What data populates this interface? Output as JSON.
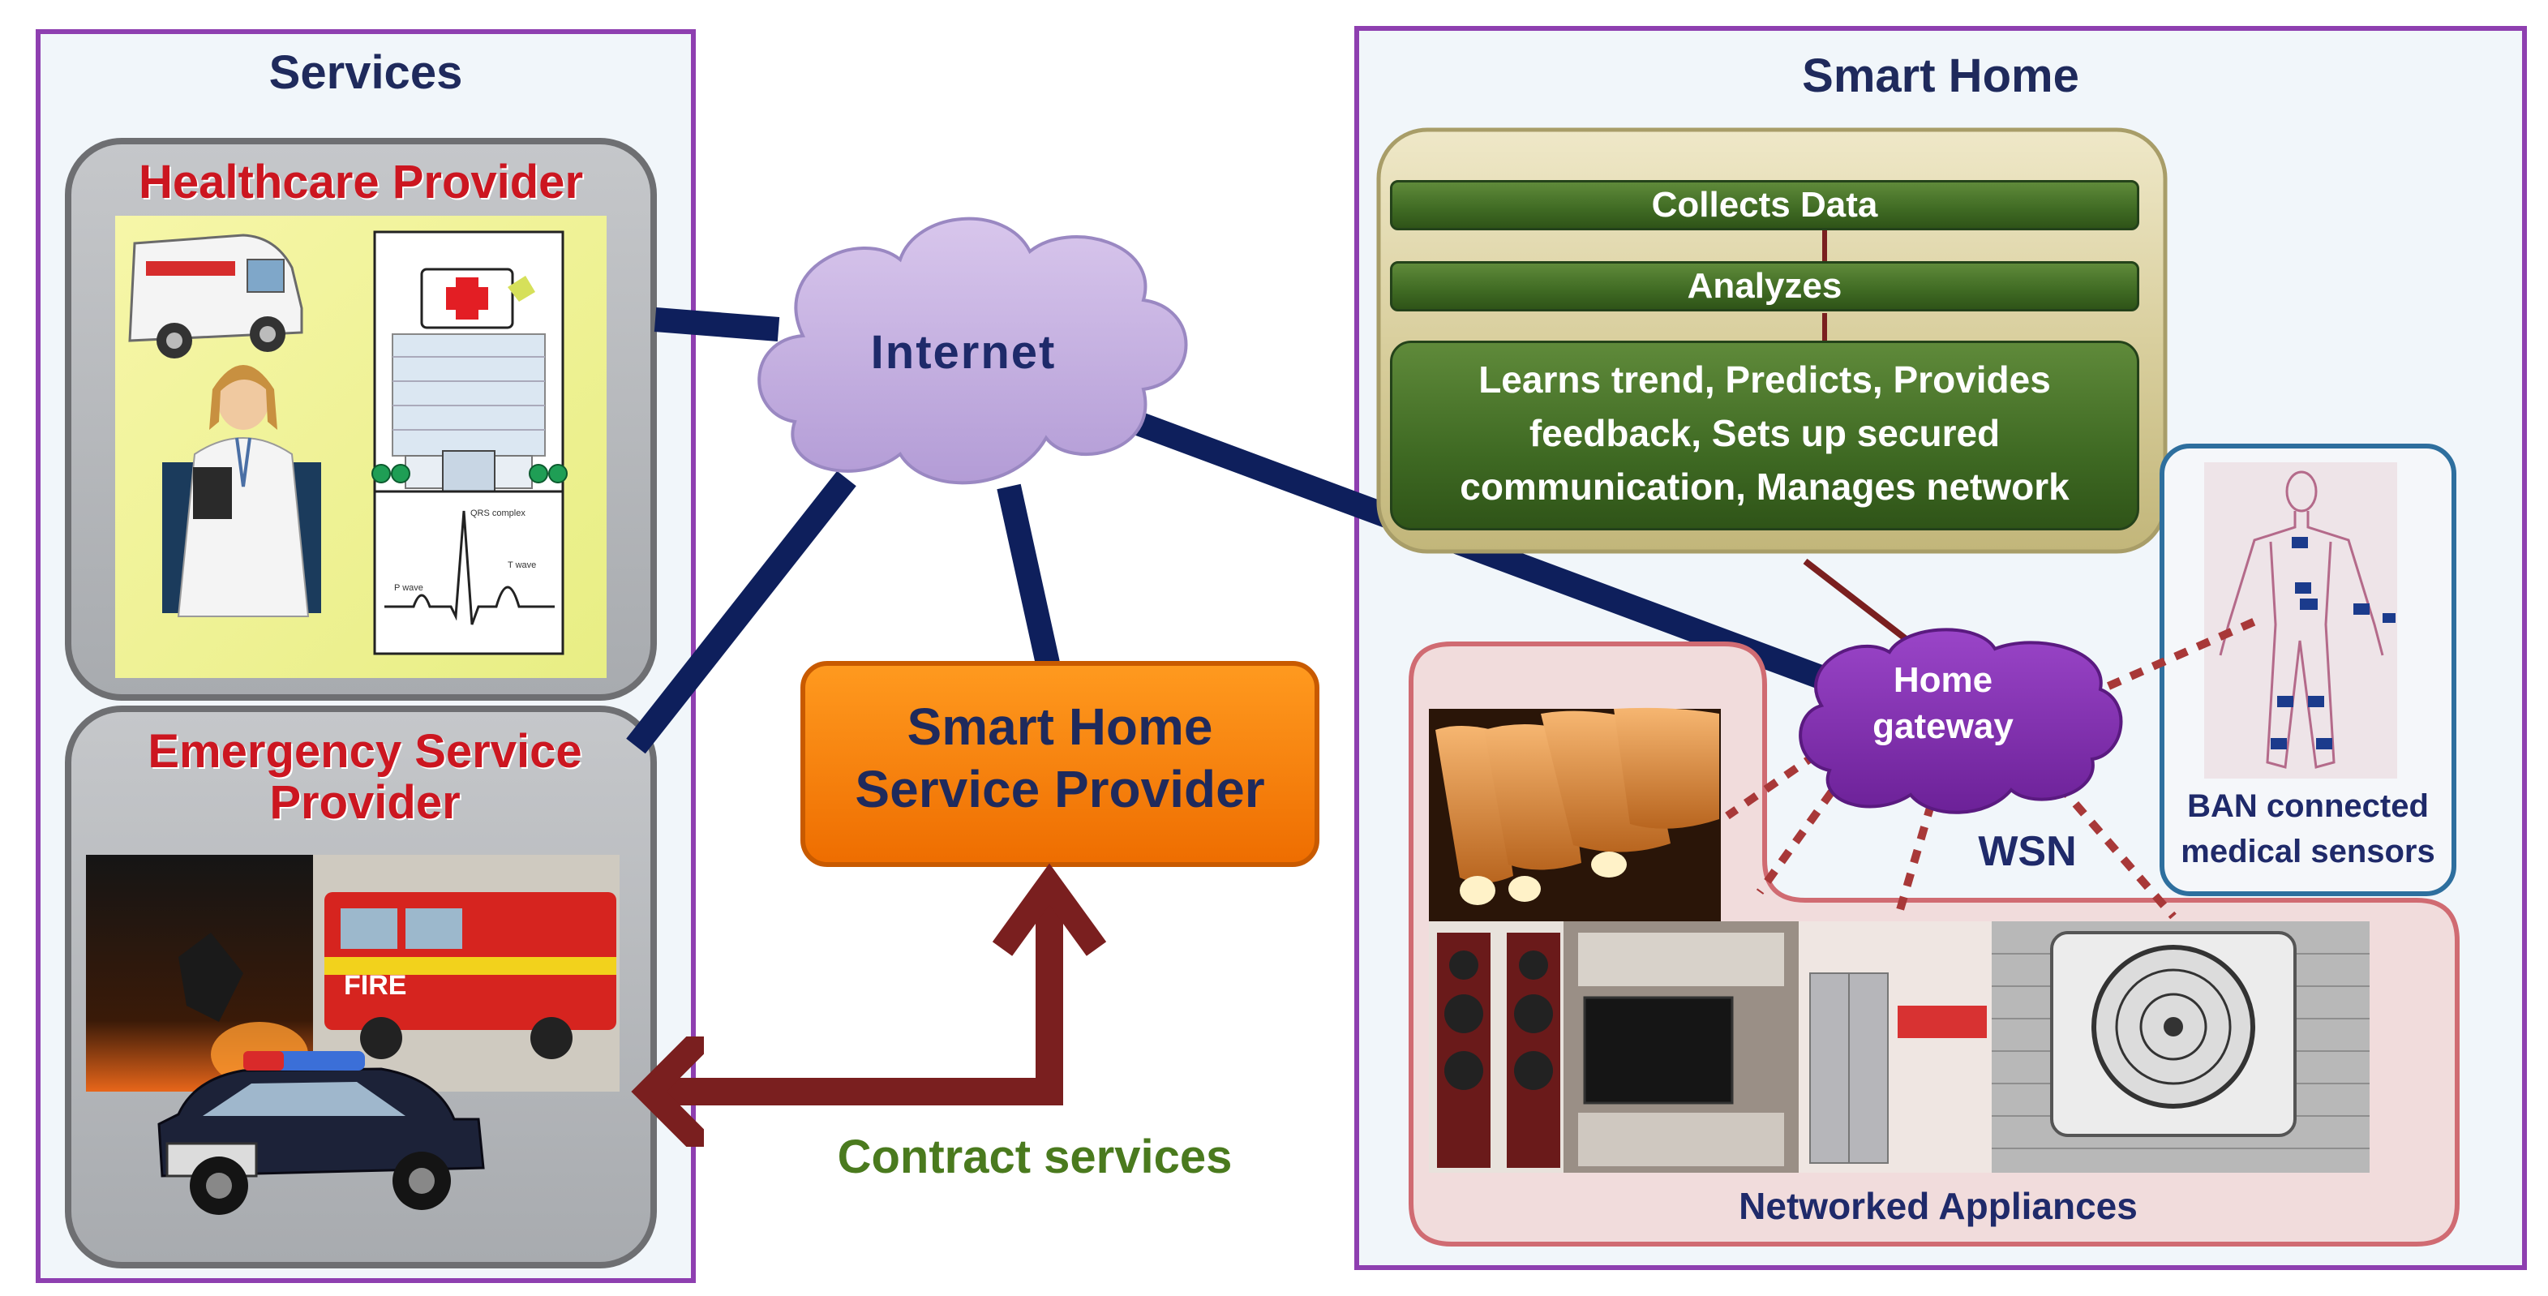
{
  "services": {
    "title": "Services",
    "healthcare_title": "Healthcare Provider",
    "emergency_title": "Emergency Service Provider"
  },
  "network": {
    "internet_label": "Internet",
    "home_gateway_label": "Home gateway",
    "contract_services_label": "Contract services"
  },
  "service_provider": {
    "label": "Smart Home Service Provider"
  },
  "smart_home": {
    "title": "Smart Home",
    "stages": [
      "Collects Data",
      "Analyzes",
      "Learns trend, Predicts, Provides feedback, Sets up secured communication, Manages network"
    ],
    "wsn_label": "WSN",
    "ban_label": "BAN connected medical sensors",
    "appliances_label": "Networked Appliances"
  },
  "ecg": {
    "qrs_label": "QRS complex",
    "p_wave_label": "P wave",
    "t_wave_label": "T wave"
  },
  "fire_truck_text": "FIRE"
}
